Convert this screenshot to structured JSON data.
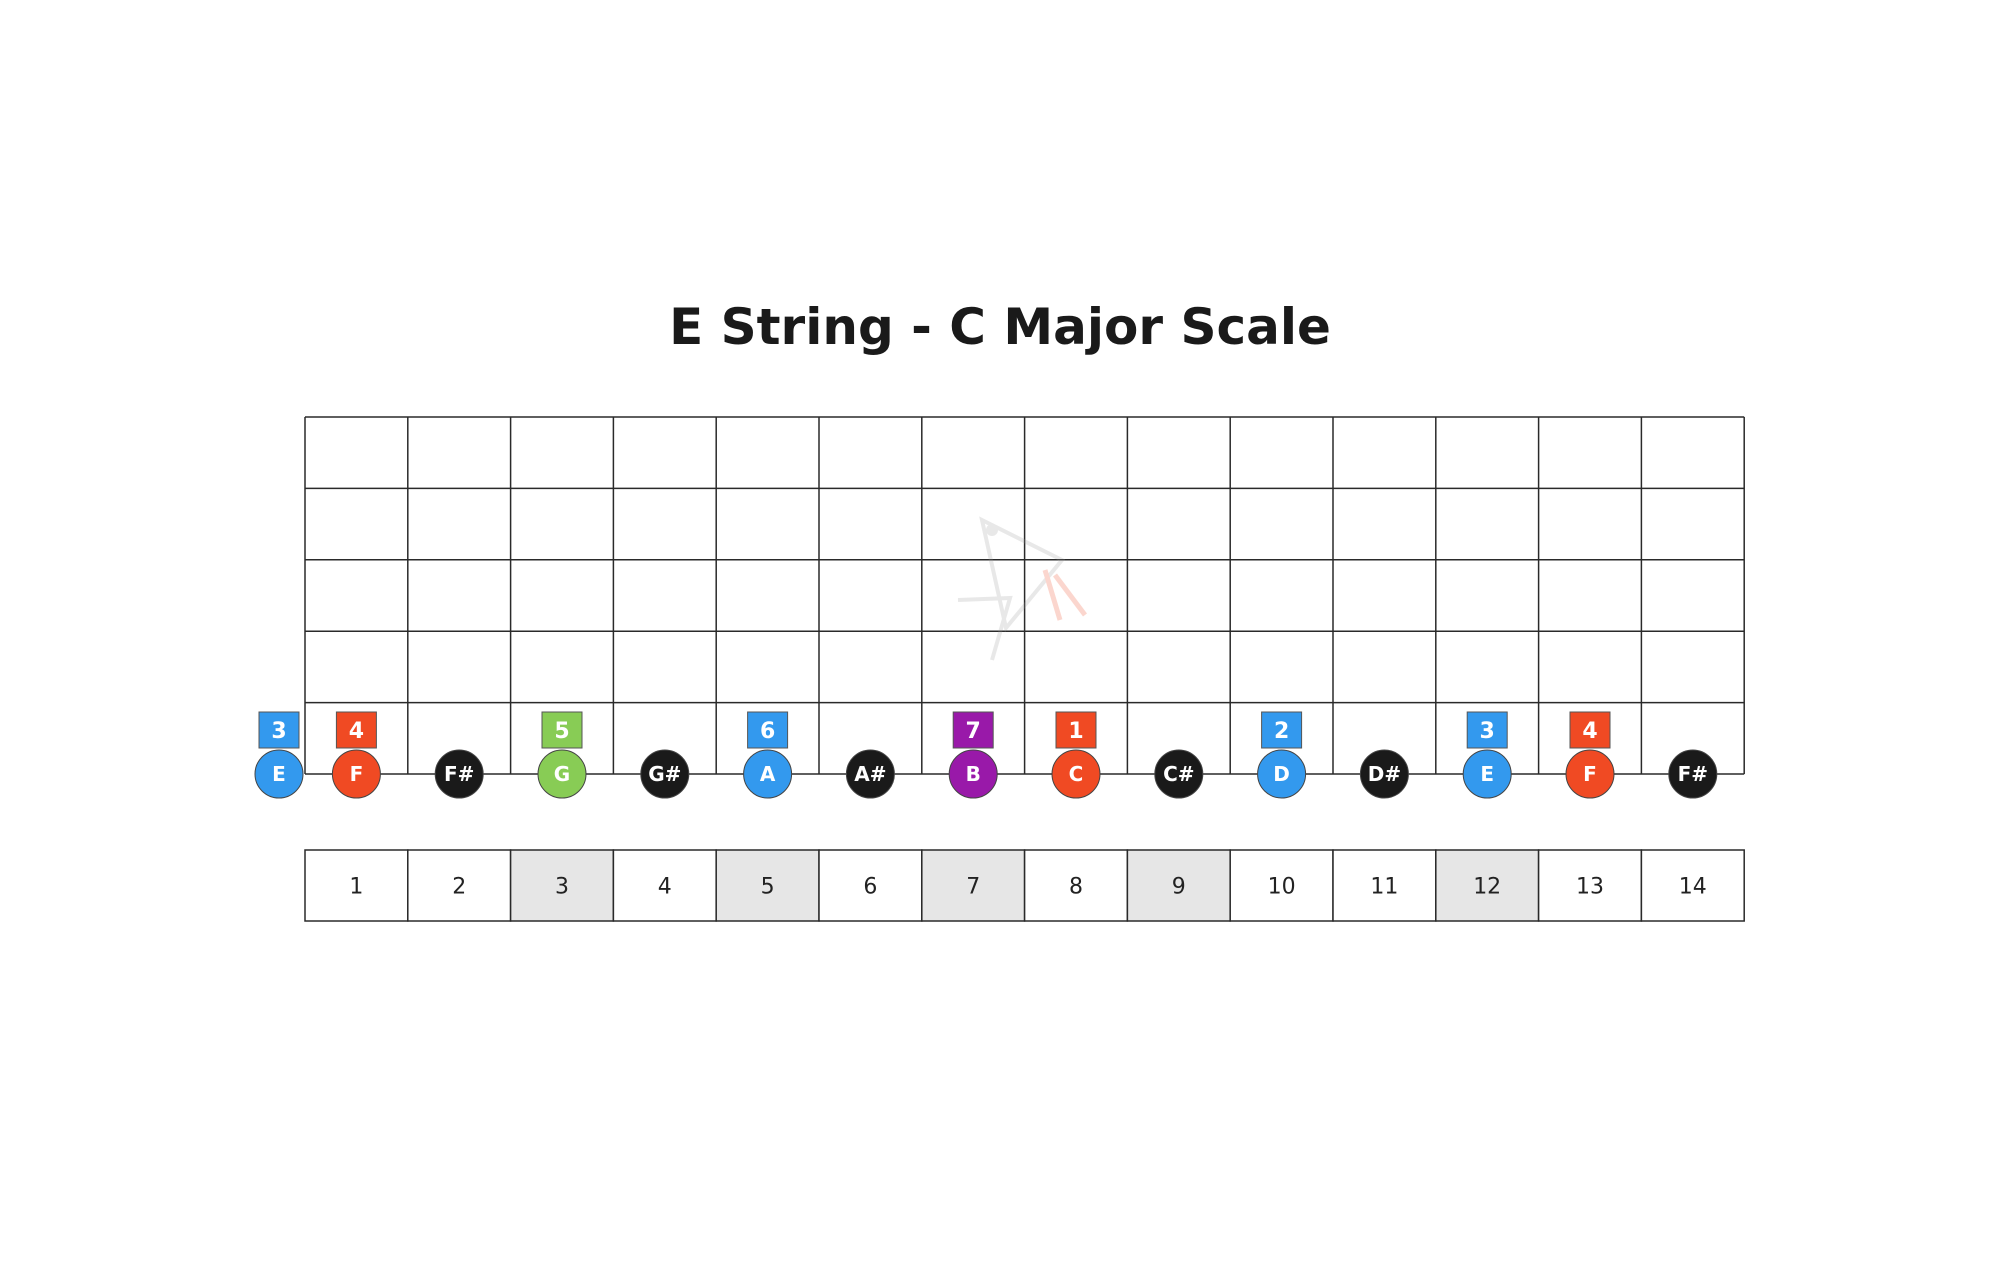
{
  "title": "E String - C Major Scale",
  "colors": {
    "grid_line": "#2a2a2a",
    "fret_shade": "#e6e6e6",
    "degree_blue": "#3399ee",
    "degree_red": "#f04a23",
    "degree_green": "#88cc55",
    "degree_purple": "#9919a9",
    "chromatic_black": "#1a1a1a"
  },
  "fretboard": {
    "strings": 6,
    "frets": 14
  },
  "notes": [
    {
      "note": "E",
      "degree": "3",
      "color": "#3399ee"
    },
    {
      "note": "F",
      "degree": "4",
      "color": "#f04a23"
    },
    {
      "note": "F#",
      "degree": "",
      "color": "#1a1a1a"
    },
    {
      "note": "G",
      "degree": "5",
      "color": "#88cc55"
    },
    {
      "note": "G#",
      "degree": "",
      "color": "#1a1a1a"
    },
    {
      "note": "A",
      "degree": "6",
      "color": "#3399ee"
    },
    {
      "note": "A#",
      "degree": "",
      "color": "#1a1a1a"
    },
    {
      "note": "B",
      "degree": "7",
      "color": "#9919a9"
    },
    {
      "note": "C",
      "degree": "1",
      "color": "#f04a23"
    },
    {
      "note": "C#",
      "degree": "",
      "color": "#1a1a1a"
    },
    {
      "note": "D",
      "degree": "2",
      "color": "#3399ee"
    },
    {
      "note": "D#",
      "degree": "",
      "color": "#1a1a1a"
    },
    {
      "note": "E",
      "degree": "3",
      "color": "#3399ee"
    },
    {
      "note": "F",
      "degree": "4",
      "color": "#f04a23"
    },
    {
      "note": "F#",
      "degree": "",
      "color": "#1a1a1a"
    }
  ],
  "fret_numbers": [
    {
      "label": "1",
      "shaded": false
    },
    {
      "label": "2",
      "shaded": false
    },
    {
      "label": "3",
      "shaded": true
    },
    {
      "label": "4",
      "shaded": false
    },
    {
      "label": "5",
      "shaded": true
    },
    {
      "label": "6",
      "shaded": false
    },
    {
      "label": "7",
      "shaded": true
    },
    {
      "label": "8",
      "shaded": false
    },
    {
      "label": "9",
      "shaded": true
    },
    {
      "label": "10",
      "shaded": false
    },
    {
      "label": "11",
      "shaded": false
    },
    {
      "label": "12",
      "shaded": true
    },
    {
      "label": "13",
      "shaded": false
    },
    {
      "label": "14",
      "shaded": false
    }
  ]
}
